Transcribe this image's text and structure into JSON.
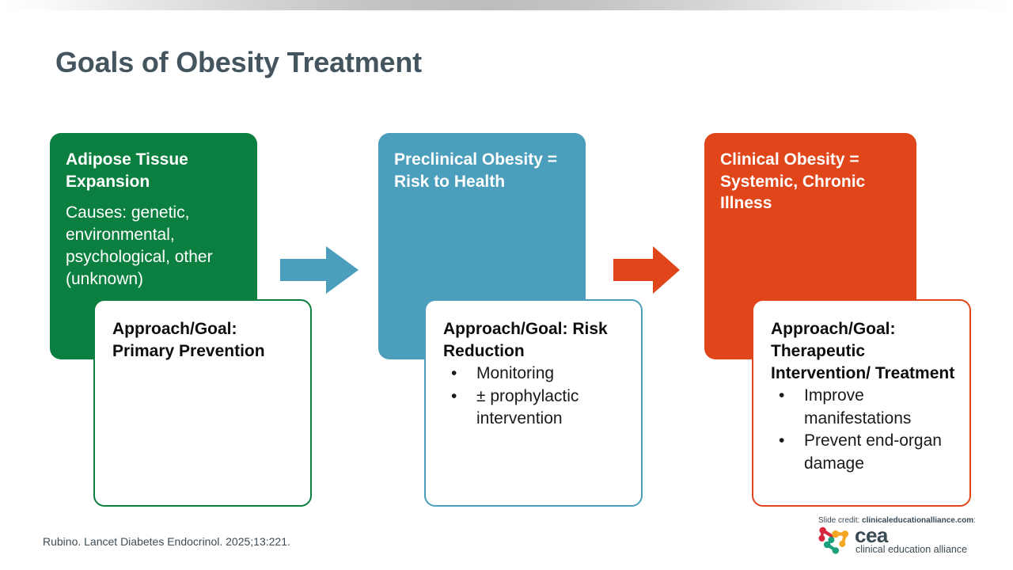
{
  "slide": {
    "title": "Goals of Obesity Treatment",
    "citation": "Rubino. Lancet Diabetes Endocrinol. 2025;13:221.",
    "accent_top_band": "#bdbdbd",
    "accent_bottom_rule": "#ef7e56",
    "title_color": "#445560"
  },
  "stages": [
    {
      "id": "adipose-tissue-expansion",
      "heading": "Adipose Tissue Expansion",
      "subtext": "Causes: genetic, environmental, psychological, other (unknown)",
      "color": "#0b7f3f",
      "arrow_color": null,
      "card": {
        "heading": "Approach/Goal: Primary Prevention",
        "border_color": "#0b7f3f",
        "bullets": []
      }
    },
    {
      "id": "preclinical-obesity",
      "heading": "Preclinical Obesity = Risk to Health",
      "subtext": "",
      "color": "#4b9ebc",
      "arrow_color": "#4b9ebc",
      "card": {
        "heading": "Approach/Goal: Risk Reduction",
        "border_color": "#4b9ebc",
        "bullets": [
          "Monitoring",
          "± prophylactic intervention"
        ]
      }
    },
    {
      "id": "clinical-obesity",
      "heading": "Clinical Obesity = Systemic, Chronic Illness",
      "subtext": "",
      "color": "#e1451a",
      "arrow_color": "#e1451a",
      "card": {
        "heading": "Approach/Goal: Therapeutic Intervention/ Treatment",
        "border_color": "#e1451a",
        "bullets": [
          "Improve manifestations",
          "Prevent end-organ damage"
        ]
      }
    }
  ],
  "bullet_glyph": "•",
  "credit": {
    "prefix": "Slide credit: ",
    "domain": "clinicaleducationalliance.com",
    "suffix": ":",
    "logo": {
      "wordmark": "cea",
      "tagline": "clinical education alliance",
      "icon_name": "cea-molecule-logo",
      "colors": [
        "#d6273d",
        "#f5a623",
        "#1d9e7c"
      ]
    }
  }
}
